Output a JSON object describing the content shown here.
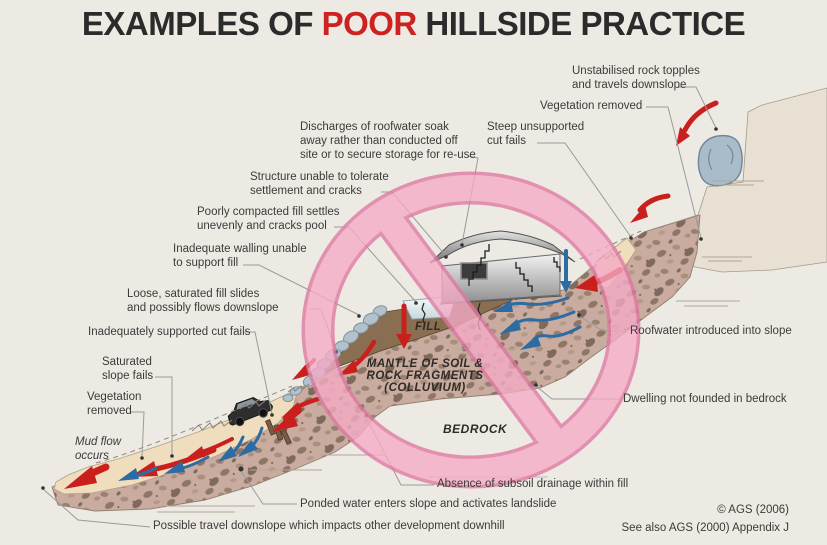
{
  "title": {
    "prefix": "EXAMPLES OF ",
    "highlight": "POOR",
    "suffix": " HILLSIDE PRACTICE"
  },
  "annotations": [
    {
      "id": "unstabilised-rock",
      "text": "Unstabilised rock topples\nand travels downslope"
    },
    {
      "id": "vegetation-removed-top",
      "text": "Vegetation removed"
    },
    {
      "id": "steep-cut-fails",
      "text": "Steep unsupported\ncut fails"
    },
    {
      "id": "roofwater-discharge",
      "text": "Discharges of roofwater soak\naway rather than conducted off\nsite or to secure storage for re-use"
    },
    {
      "id": "structure-cracks",
      "text": "Structure unable to tolerate\nsettlement and cracks"
    },
    {
      "id": "poorly-compacted-fill",
      "text": "Poorly compacted fill settles\nunevenly and cracks pool"
    },
    {
      "id": "inadequate-walling",
      "text": "Inadequate walling unable\nto support fill"
    },
    {
      "id": "loose-saturated-fill",
      "text": "Loose, saturated fill slides\nand possibly flows downslope"
    },
    {
      "id": "inadequately-supported-cut",
      "text": "Inadequately supported cut fails"
    },
    {
      "id": "saturated-slope",
      "text": "Saturated\nslope fails"
    },
    {
      "id": "vegetation-removed-left",
      "text": "Vegetation\nremoved"
    },
    {
      "id": "mud-flow",
      "text": "Mud flow\noccurs"
    },
    {
      "id": "roofwater-into-slope",
      "text": "Roofwater introduced into slope"
    },
    {
      "id": "dwelling-not-founded",
      "text": "Dwelling not founded in bedrock"
    },
    {
      "id": "absence-subsoil-drainage",
      "text": "Absence of subsoil drainage within fill"
    },
    {
      "id": "ponded-water",
      "text": "Ponded water enters slope and activates landslide"
    },
    {
      "id": "possible-travel-downslope",
      "text": "Possible travel downslope which impacts other development downhill"
    }
  ],
  "zone_labels": {
    "fill": "FILL",
    "mantle": "MANTLE OF SOIL &\nROCK FRAGMENTS\n(COLLUVIUM)",
    "bedrock": "BEDROCK"
  },
  "credits": {
    "copyright": "© AGS (2006)",
    "see_also": "See also AGS (2000) Appendix J"
  },
  "colors": {
    "title_highlight": "#cc2222",
    "prohibition_pink": "#f5abc6",
    "prohibition_edge": "#e078a2",
    "arrow_red": "#c9201d",
    "arrow_blue": "#2d6ca3",
    "fill_brown": "#8a6e51",
    "colluvium_base": "#c9ab9f",
    "surface_tan": "#efddbe",
    "background": "#edeae3"
  }
}
